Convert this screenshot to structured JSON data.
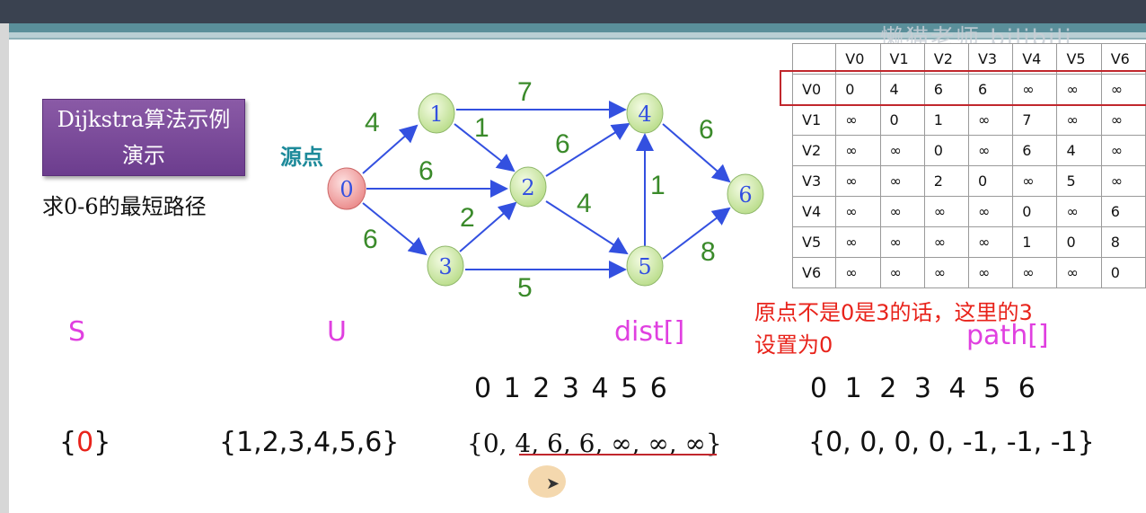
{
  "watermark": "懒猫老师 bilibili",
  "title_box": "Dijkstra算法示例演示",
  "subtitle": "求0-6的最短路径",
  "source_label": "源点",
  "graph": {
    "nodes": [
      "0",
      "1",
      "2",
      "3",
      "4",
      "5",
      "6"
    ],
    "edge_weights": [
      "4",
      "6",
      "6",
      "7",
      "1",
      "2",
      "6",
      "4",
      "5",
      "1",
      "6",
      "8"
    ]
  },
  "matrix": {
    "headers": [
      "",
      "V0",
      "V1",
      "V2",
      "V3",
      "V4",
      "V5",
      "V6"
    ],
    "rows": [
      [
        "V0",
        "0",
        "4",
        "6",
        "6",
        "∞",
        "∞",
        "∞"
      ],
      [
        "V1",
        "∞",
        "0",
        "1",
        "∞",
        "7",
        "∞",
        "∞"
      ],
      [
        "V2",
        "∞",
        "∞",
        "0",
        "∞",
        "6",
        "4",
        "∞"
      ],
      [
        "V3",
        "∞",
        "∞",
        "2",
        "0",
        "∞",
        "5",
        "∞"
      ],
      [
        "V4",
        "∞",
        "∞",
        "∞",
        "∞",
        "0",
        "∞",
        "6"
      ],
      [
        "V5",
        "∞",
        "∞",
        "∞",
        "∞",
        "1",
        "0",
        "8"
      ],
      [
        "V6",
        "∞",
        "∞",
        "∞",
        "∞",
        "∞",
        "∞",
        "0"
      ]
    ]
  },
  "note_line1": "原点不是0是3的话，这里的3",
  "note_line2": "设置为0",
  "labels": {
    "s": "S",
    "u": "U",
    "dist": "dist[]",
    "path": "path[]"
  },
  "dist_index": "0 1 2 3 4 5 6",
  "path_index": "0 1 2 3 4 5 6",
  "s_open": "{",
  "s_value": "0",
  "s_close": "}",
  "u_value": "{1,2,3,4,5,6}",
  "dist_value": "{0, 4, 6, 6, ∞, ∞, ∞}",
  "path_value": "{0, 0, 0, 0, -1, -1, -1}",
  "colors": {
    "accent": "#e040e0",
    "node_green": "#d9efb0",
    "node_red": "#f4a3a3",
    "edge": "#3350e0",
    "weight": "#3a8a2a"
  }
}
